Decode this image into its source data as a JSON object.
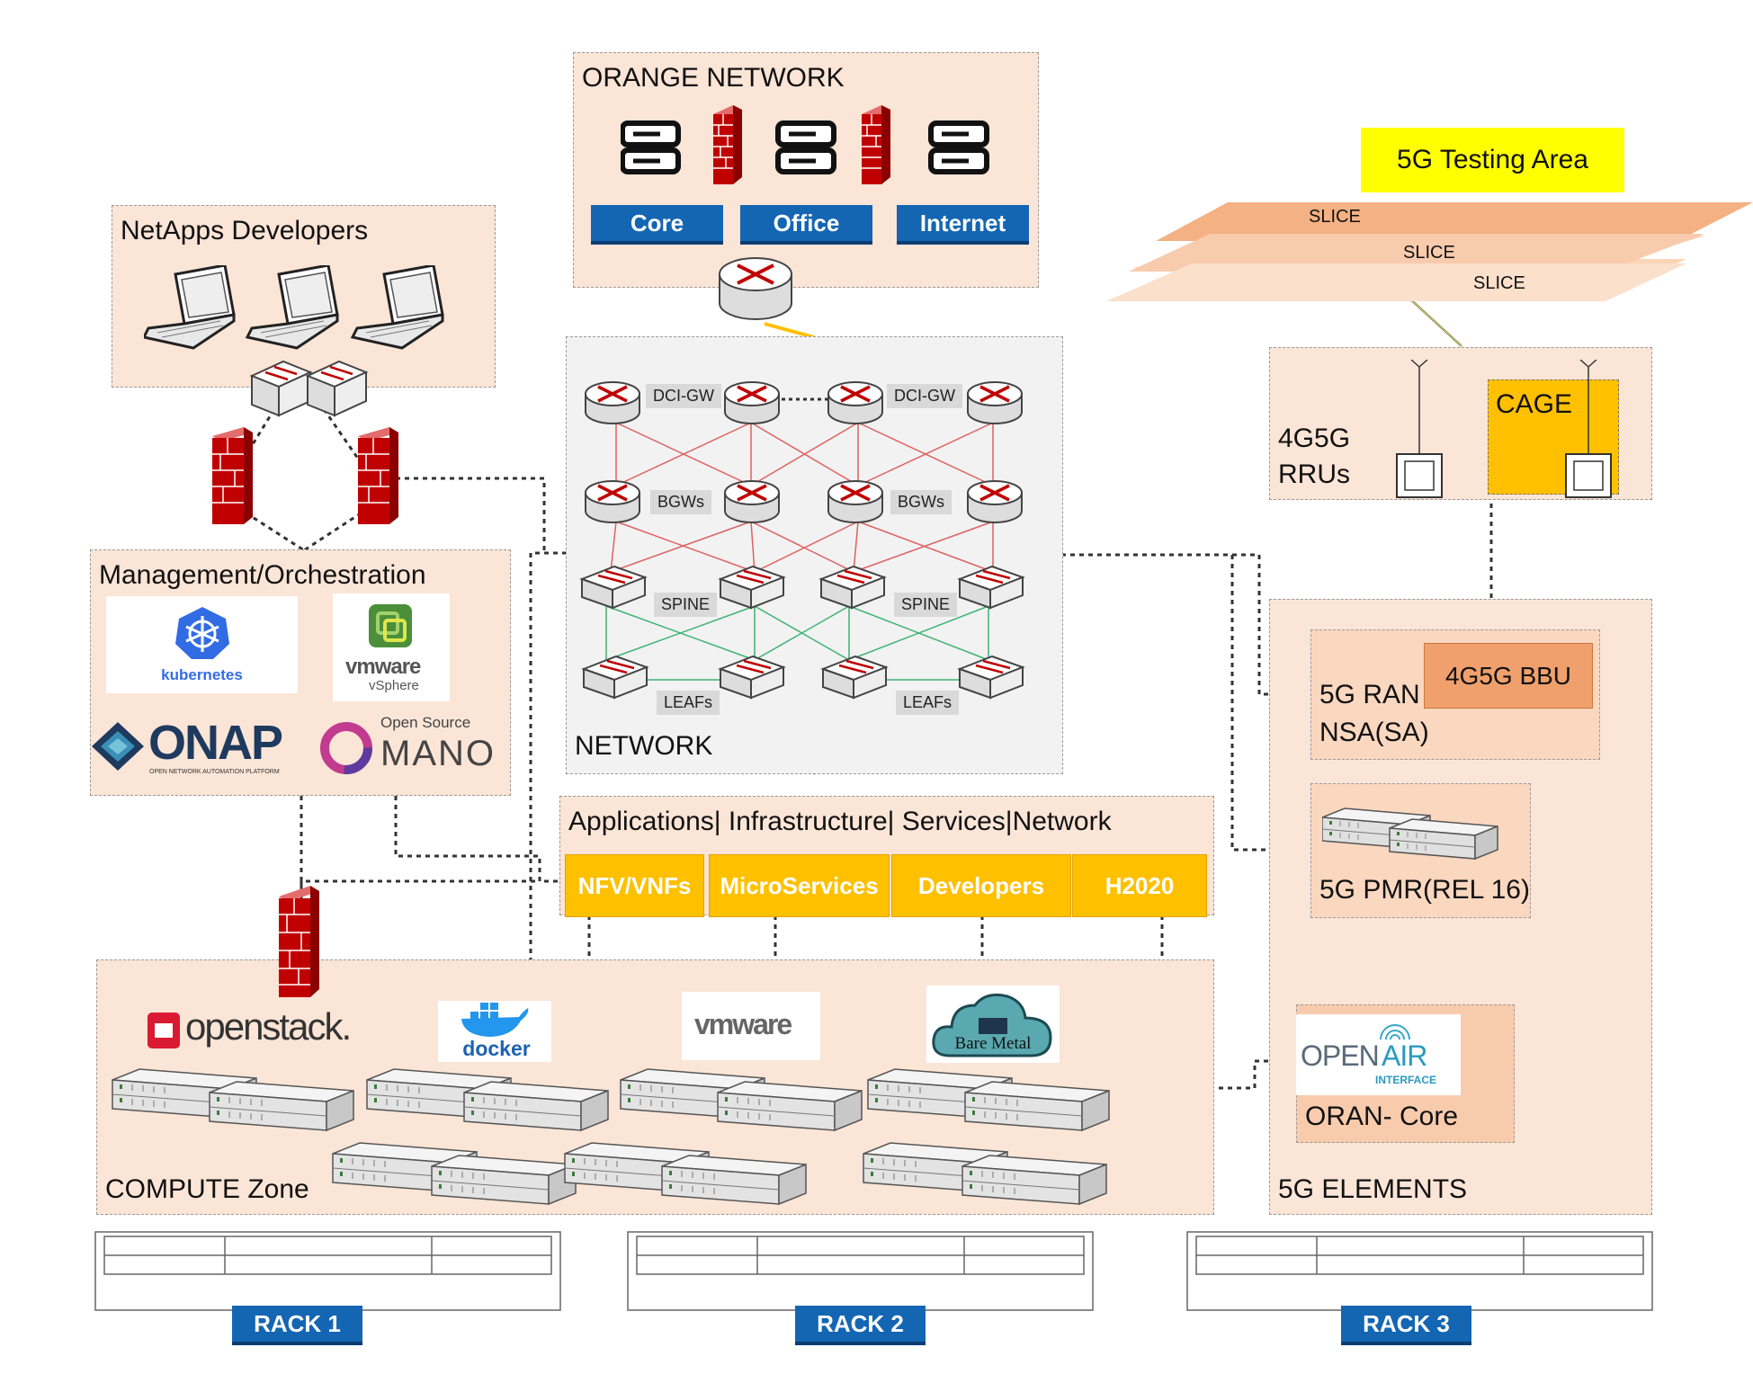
{
  "orange_network": {
    "title": "ORANGE NETWORK",
    "buttons": [
      "Core",
      "Office",
      "Internet"
    ]
  },
  "testing_area": {
    "title": "5G Testing Area",
    "slices": [
      "SLICE",
      "SLICE",
      "SLICE"
    ]
  },
  "netapps": {
    "title": "NetApps Developers"
  },
  "rru": {
    "title_line1": "4G5G",
    "title_line2": "RRUs",
    "cage": "CAGE"
  },
  "network": {
    "title": "NETWORK",
    "labels": {
      "dci_left": "DCI-GW",
      "dci_right": "DCI-GW",
      "bgw_left": "BGWs",
      "bgw_right": "BGWs",
      "spine_left": "SPINE",
      "spine_right": "SPINE",
      "leaf_left": "LEAFs",
      "leaf_right": "LEAFs"
    }
  },
  "management": {
    "title": "Management/Orchestration",
    "logos": {
      "kubernetes": "kubernetes",
      "vmware_vsphere_1": "vmware",
      "vmware_vsphere_2": "vSphere",
      "onap": "ONAP",
      "onap_sub": "OPEN NETWORK AUTOMATION PLATFORM",
      "osm_top": "Open Source",
      "osm_main": "MANO"
    }
  },
  "applications": {
    "title": "Applications| Infrastructure| Services|Network",
    "buttons": [
      "NFV/VNFs",
      "MicroServices",
      "Developers",
      "H2020"
    ]
  },
  "ran": {
    "line1": "5G RAN",
    "line2": "NSA(SA)",
    "bbu": "4G5G BBU"
  },
  "pmr": {
    "title": "5G PMR(REL 16)"
  },
  "oran": {
    "title": "ORAN- Core",
    "logo_open": "OPEN",
    "logo_air": "AIR",
    "logo_interface": "INTERFACE"
  },
  "elements": {
    "title": "5G ELEMENTS"
  },
  "compute": {
    "title": "COMPUTE Zone",
    "logos": {
      "openstack": "openstack.",
      "docker": "docker",
      "vmware": "vmware",
      "bare_metal": "Bare Metal"
    }
  },
  "racks": [
    "RACK 1",
    "RACK 2",
    "RACK 3"
  ],
  "colors": {
    "zone_fill": "#fbe5d6",
    "blue_button": "#1466b3",
    "orange_button": "#ffc000",
    "yellow_box": "#ffff00",
    "cage": "#ffc000",
    "bbu": "#f4a460"
  }
}
